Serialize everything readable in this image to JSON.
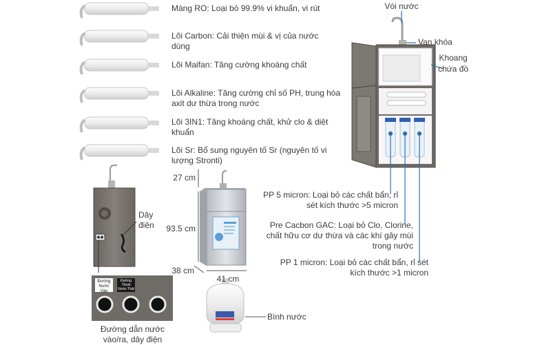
{
  "filters": [
    {
      "label": "Màng RO: Loại bỏ 99.9% vi khuẩn, vi rút"
    },
    {
      "label": "Lõi Carbon: Cải thiện mùi & vị của nước dùng"
    },
    {
      "label": "Lõi Maifan: Tăng cường khoáng chất"
    },
    {
      "label": "Lõi Alkaline: Tăng cường chỉ số PH, trung hòa axit dư thừa trong nước"
    },
    {
      "label": "Lõi 3IN1: Tăng khoáng chất, khử clo & diệt khuẩn"
    },
    {
      "label": "Lõi Sr: Bổ sung nguyên tố Sr (nguyên tố vi lượng Stronti)"
    }
  ],
  "back_view": {
    "power_label": "Dây điện",
    "port_in": "Đường Nước Vào",
    "port_out": "Đường Thoát Nước Thải",
    "caption": "Đường dẫn nước vào/ra, dây điện"
  },
  "dimensions": {
    "top": "27 cm",
    "height": "93.5 cm",
    "depth": "38 cm",
    "width": "41 cm"
  },
  "tank_label": "Bình nước",
  "open_view": {
    "faucet": "Vòi nước",
    "valve": "Van khóa",
    "storage": "Khoang chứa đồ",
    "pp5": "PP 5 micron: Loại bỏ các chất bẩn, rỉ sét kích thước >5 micron",
    "gac": "Pre Cacbon GAC: Loại bỏ Clo, Clorine, chất hữu cơ dư thừa và các khí gây mùi trong nước",
    "pp1": "PP 1 micron: Loại bỏ các chất bẩn, rỉ sét kích thước >1 micron"
  },
  "colors": {
    "cabinet": "#7a7672",
    "cabinet_dark": "#5e5a56",
    "silver": "#c9ccd0",
    "leader": "#2f6fb5",
    "text": "#3b3b3b"
  }
}
